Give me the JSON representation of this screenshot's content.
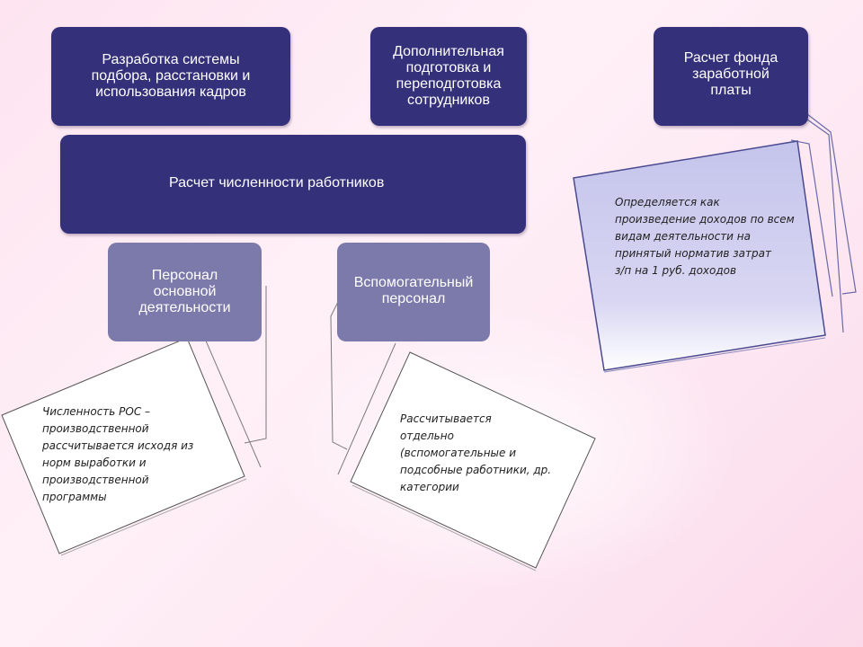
{
  "top_boxes": [
    {
      "lines": [
        "Разработка системы",
        "подбора, расстановки и",
        "использования кадров"
      ]
    },
    {
      "lines": [
        "Дополнительная",
        "подготовка и",
        "переподготовка",
        "сотрудников"
      ]
    },
    {
      "lines": [
        "Расчет фонда",
        "заработной",
        "платы"
      ]
    }
  ],
  "center_box": {
    "text": "Расчет численности работников"
  },
  "sub_boxes": [
    {
      "lines": [
        "Персонал",
        "основной",
        "деятельности"
      ]
    },
    {
      "lines": [
        "Вспомогательный",
        "персонал"
      ]
    }
  ],
  "notes": [
    {
      "lines": [
        "Численность РОС –",
        "производственной",
        "рассчитывается исходя из",
        "норм выработки и",
        "производственной",
        "программы"
      ]
    },
    {
      "lines": [
        "Рассчитывается",
        "отдельно",
        "(вспомогательные и",
        "подсобные работники, др.",
        "категории"
      ]
    },
    {
      "lines": [
        "Определяется как",
        "произведение доходов по всем",
        "видам деятельности на",
        "принятый норматив затрат",
        "з/п на 1 руб. доходов"
      ]
    }
  ],
  "colors": {
    "dark_box": "#34307a",
    "light_box": "#7c7aab",
    "note_right_fill": "#c9c9ee"
  }
}
